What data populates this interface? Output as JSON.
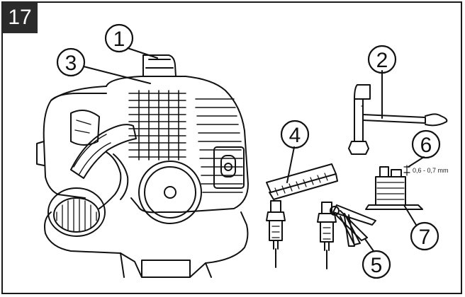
{
  "figure": {
    "number": "17"
  },
  "callouts": [
    {
      "id": "1",
      "label": "1"
    },
    {
      "id": "2",
      "label": "2"
    },
    {
      "id": "3",
      "label": "3"
    },
    {
      "id": "4",
      "label": "4"
    },
    {
      "id": "5",
      "label": "5"
    },
    {
      "id": "6",
      "label": "6"
    },
    {
      "id": "7",
      "label": "7"
    }
  ],
  "annotations": {
    "gap": "0,6 - 0,7 mm"
  },
  "colors": {
    "ink": "#111111",
    "badge": "#2b2b2b",
    "paper": "#ffffff"
  }
}
